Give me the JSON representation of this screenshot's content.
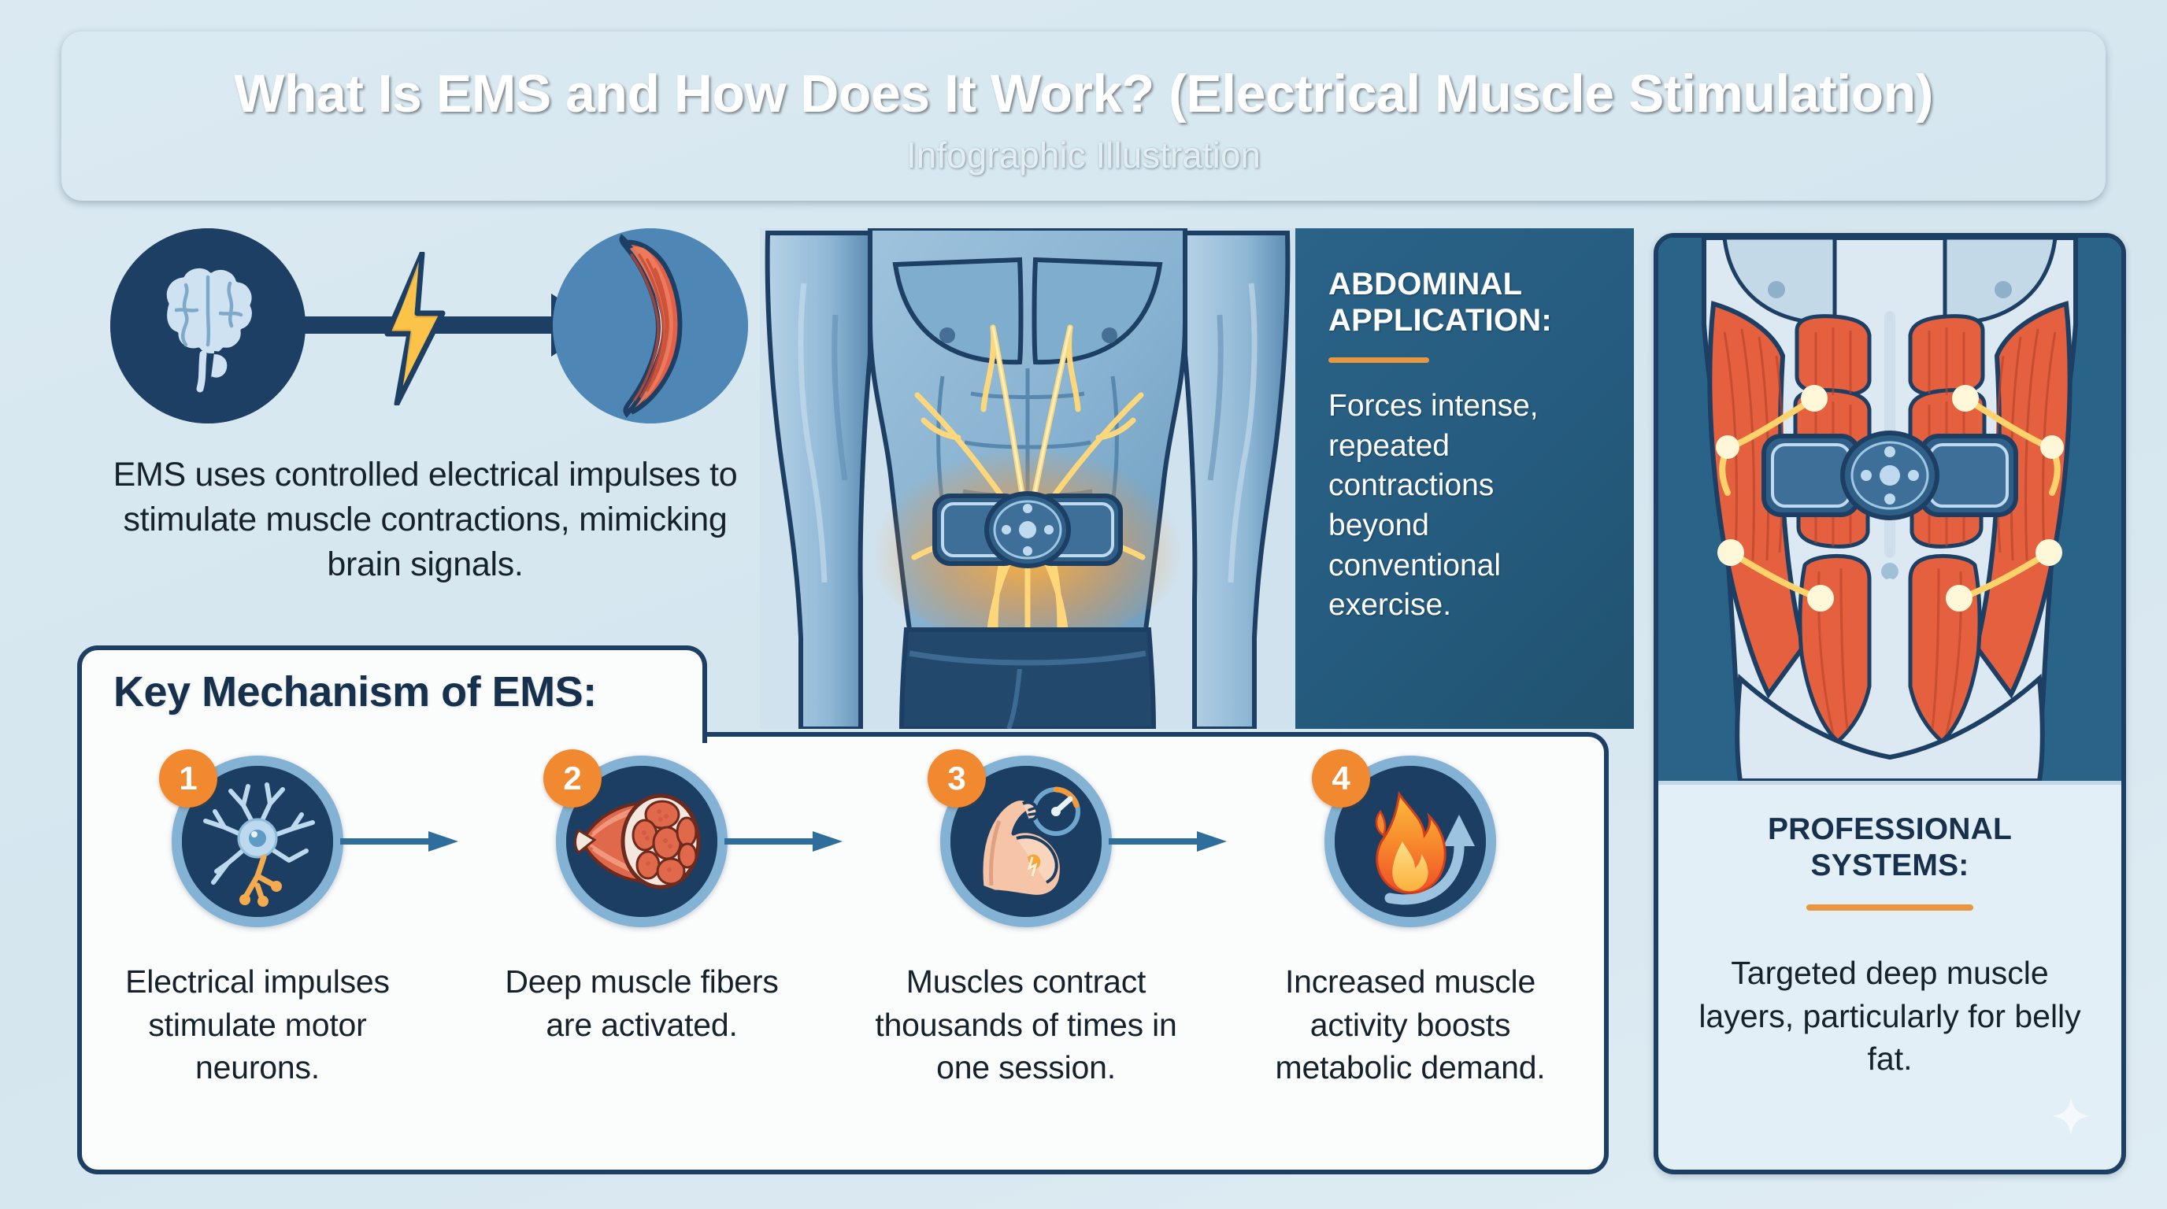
{
  "header": {
    "title": "What Is EMS and How Does It Work? (Electrical Muscle Stimulation)",
    "subtitle": "Infographic Illustration"
  },
  "flow_diagram": {
    "source_icon": "brain-icon",
    "connector_icon": "lightning-bolt-icon",
    "target_icon": "muscle-icon"
  },
  "intro": {
    "text": "EMS uses controlled electrical impulses to stimulate muscle contractions, mimicking brain signals."
  },
  "torso_panel": {
    "icon": "male-torso-with-ems-belt-illustration"
  },
  "abdominal_panel": {
    "heading": "ABDOMINAL APPLICATION:",
    "body": "Forces intense, repeated contractions beyond conventional exercise."
  },
  "right_card": {
    "anatomy_icon": "abdominal-muscle-anatomy-with-ems-device-illustration",
    "heading": "PROFESSIONAL SYSTEMS:",
    "body": "Targeted deep muscle layers, particularly for belly fat."
  },
  "mechanism": {
    "title": "Key Mechanism of EMS:",
    "steps": [
      {
        "number": "1",
        "icon": "neuron-icon",
        "caption": "Electrical impulses stimulate motor neurons."
      },
      {
        "number": "2",
        "icon": "muscle-fiber-cross-section-icon",
        "caption": "Deep muscle fibers are activated."
      },
      {
        "number": "3",
        "icon": "flexed-bicep-with-gauge-icon",
        "caption": "Muscles contract thousands of times in one session."
      },
      {
        "number": "4",
        "icon": "flame-with-up-arrow-icon",
        "caption": "Increased muscle activity boosts metabolic demand."
      }
    ],
    "arrow_icon": "right-arrow-icon"
  },
  "colors": {
    "background": "#dbe9f1",
    "navy": "#1d3f63",
    "teal_blue": "#2a6388",
    "accent_orange": "#e8963f",
    "badge_orange": "#f0892f",
    "card_white": "#fbfcfc",
    "muscle_red": "#e4603f",
    "ring_blue": "#84b2d4"
  }
}
